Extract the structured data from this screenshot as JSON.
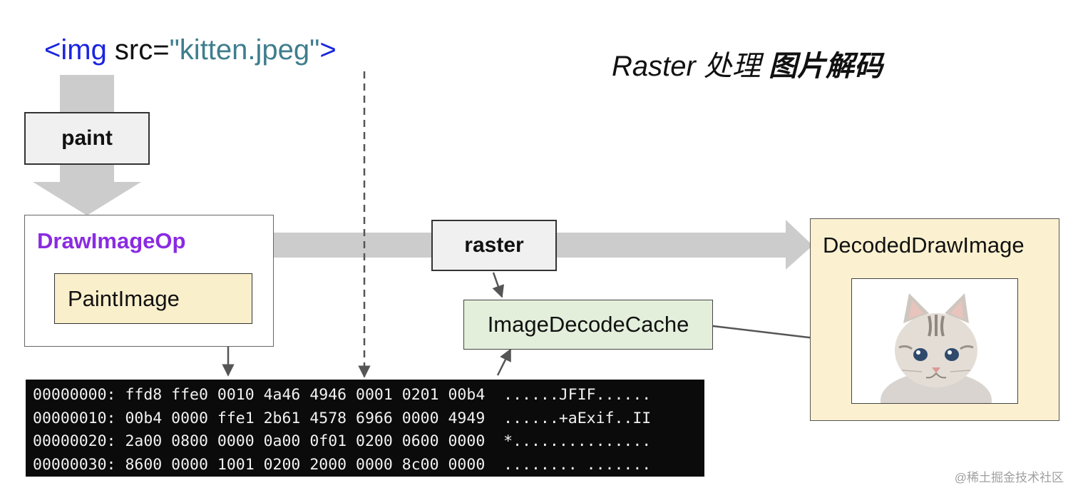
{
  "img_tag": {
    "open": "<img",
    "attr": " src=",
    "value": "\"kitten.jpeg\"",
    "close": ">"
  },
  "title": {
    "prefix": "Raster 处理 ",
    "emphasis": "图片解码"
  },
  "nodes": {
    "paint": "paint",
    "draw_image_op": "DrawImageOp",
    "paint_image": "PaintImage",
    "raster": "raster",
    "image_decode_cache": "ImageDecodeCache",
    "decoded_draw_image": "DecodedDrawImage"
  },
  "hex_dump": [
    "00000000: ffd8 ffe0 0010 4a46 4946 0001 0201 00b4  ......JFIF......",
    "00000010: 00b4 0000 ffe1 2b61 4578 6966 0000 4949  ......+aExif..II",
    "00000020: 2a00 0800 0000 0a00 0f01 0200 0600 0000  *...............",
    "00000030: 8600 0000 1001 0200 2000 0000 8c00 0000  ........ ......."
  ],
  "watermark": "@稀土掘金技术社区",
  "colors": {
    "tag_blue": "#1a25e0",
    "string_teal": "#3f7e8d",
    "draw_image_op_purple": "#8a2be2",
    "paint_image_fill": "#faefcb",
    "decode_cache_fill": "#e3efdb",
    "decoded_fill": "#fbf1d0",
    "flow_arrow_gray": "#cccccc"
  },
  "icons": {
    "decoded_image": "kitten-photo"
  }
}
